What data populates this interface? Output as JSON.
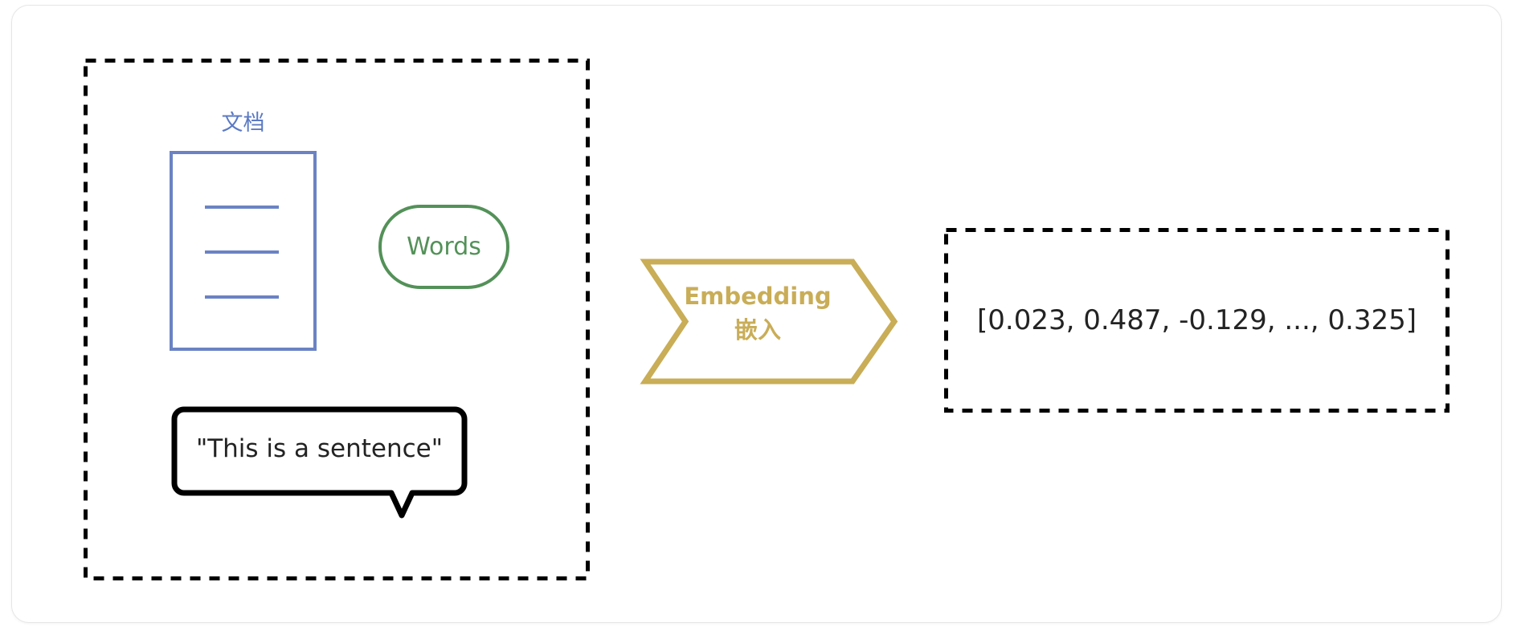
{
  "diagram": {
    "title_present": false,
    "background": "#ffffff",
    "frame": {
      "border_color": "#e6e6e6"
    },
    "groups": [
      {
        "name": "input-group",
        "style": "dashed",
        "border_color": "#000000"
      },
      {
        "name": "vector-group",
        "style": "dashed",
        "border_color": "#000000"
      }
    ],
    "document": {
      "label": "文档",
      "label_color": "#5b7ac4",
      "shape_color": "#6b83c4",
      "line_count": 3
    },
    "words": {
      "label": "Words",
      "color": "#539158"
    },
    "sentence": {
      "label": "\"This is a sentence\"",
      "color": "#232323",
      "border_color": "#000000"
    },
    "embedding": {
      "line1": "Embedding",
      "line2": "嵌入",
      "color": "#c9ad57"
    },
    "vector": {
      "value": "[0.023, 0.487, -0.129, ..., 0.325]",
      "color": "#232323"
    }
  }
}
